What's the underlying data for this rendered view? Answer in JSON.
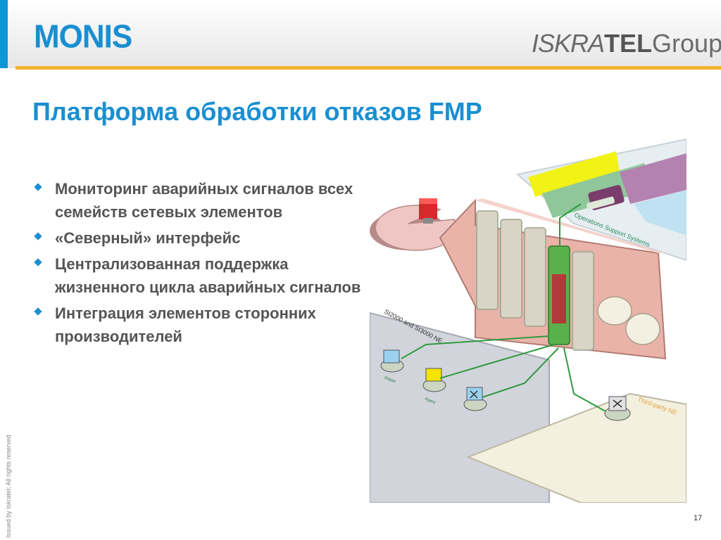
{
  "header": {
    "brand_left": "MONIS",
    "brand_right_1": "ISKRA",
    "brand_right_2": "TEL",
    "brand_right_3": "Group"
  },
  "slide": {
    "title": "Платформа обработки отказов FMP",
    "bullets": [
      "Мониторинг аварийных сигналов всех семейств сетевых элементов",
      "«Северный» интерфейс",
      "Централизованная поддержка жизненного цикла аварийных сигналов",
      "Интеграция элементов сторонних производителей"
    ],
    "side_note": "Issued by Iskratel; All rights reserved",
    "page_number": "17"
  },
  "diagram": {
    "oss_label": "Operations Support Systems",
    "si_label": "SI2000 and SI3000 NE",
    "third_party_label": "Third-party NE",
    "agent_label_1": "SNMP",
    "agent_label_2": "Agent"
  },
  "colors": {
    "accent": "#1a8fd0",
    "header_rule": "#f2b430",
    "fmp_panel": "#e9b3aa",
    "active_card": "#b13a3a"
  }
}
